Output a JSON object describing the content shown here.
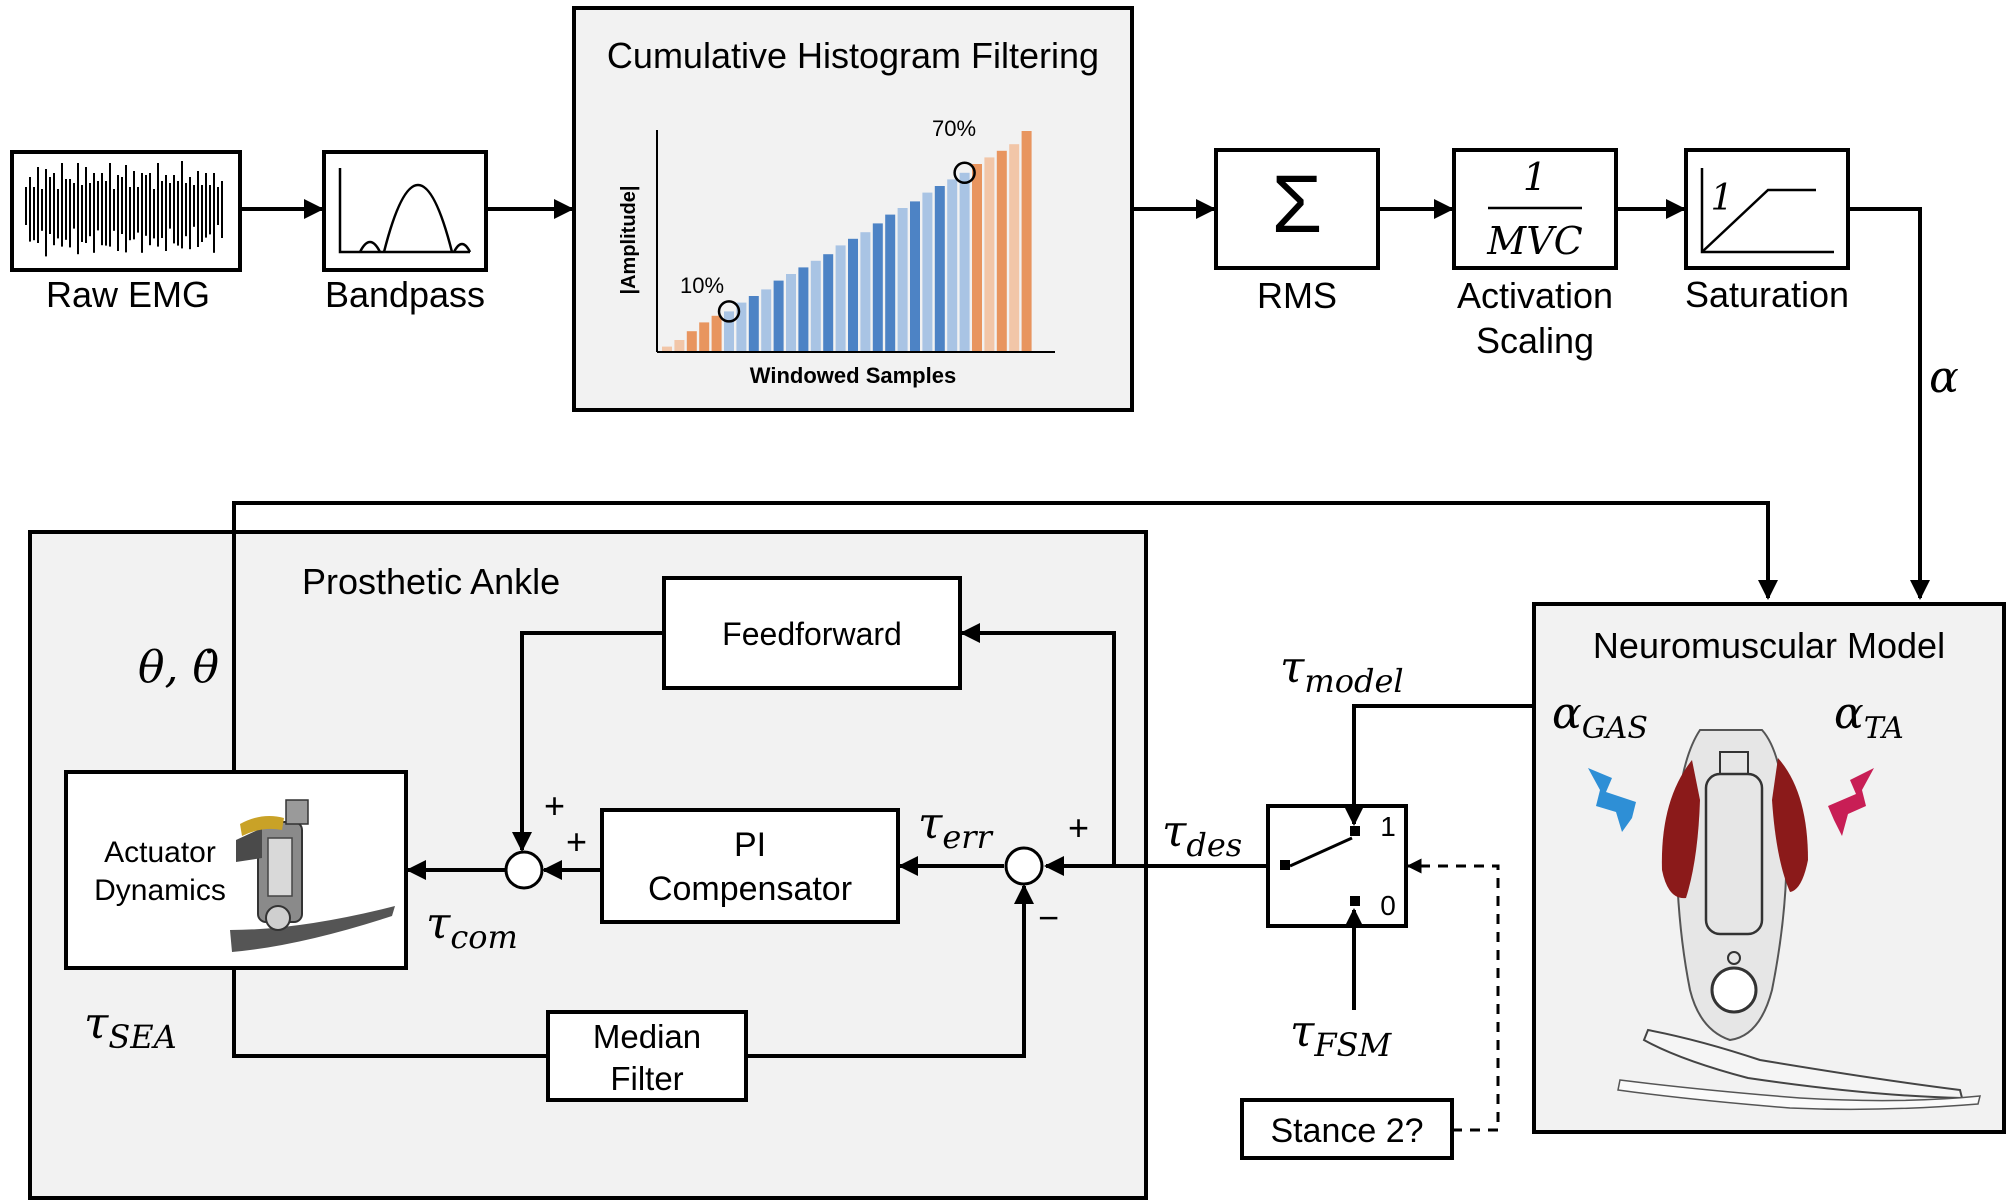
{
  "blocks": {
    "raw_emg": "Raw EMG",
    "bandpass": "Bandpass",
    "histogram_title": "Cumulative Histogram Filtering",
    "hist_ylabel": "|Amplitude|",
    "hist_xlabel": "Windowed Samples",
    "hist_pct_low": "10%",
    "hist_pct_high": "70%",
    "rms_symbol": "Σ",
    "rms": "RMS",
    "scaling_num": "1",
    "scaling_den": "MVC",
    "activation_1": "Activation",
    "activation_2": "Scaling",
    "saturation_num": "1",
    "saturation": "Saturation",
    "alpha": "α",
    "prosthetic_ankle": "Prosthetic Ankle",
    "feedforward": "Feedforward",
    "pi_1": "PI",
    "pi_2": "Compensator",
    "actuator_1": "Actuator",
    "actuator_2": "Dynamics",
    "median_1": "Median",
    "median_2": "Filter",
    "neuromuscular": "Neuromuscular Model",
    "stance": "Stance 2?",
    "switch_1": "1",
    "switch_0": "0"
  },
  "math": {
    "theta": "θ, θ̇",
    "tau": "τ",
    "sub_model": "model",
    "sub_des": "des",
    "sub_err": "err",
    "sub_com": "com",
    "sub_sea": "SEA",
    "sub_fsm": "FSM",
    "alpha": "α",
    "sub_gas": "GAS",
    "sub_ta": "TA"
  },
  "signs": {
    "plus": "+",
    "minus": "−"
  },
  "histogram": {
    "values": [
      2,
      5,
      9,
      13,
      16,
      18,
      22,
      25,
      28,
      32,
      35,
      38,
      41,
      44,
      48,
      51,
      54,
      58,
      62,
      65,
      68,
      72,
      75,
      78,
      81,
      85,
      88,
      91,
      94,
      100
    ],
    "colors": [
      "#f2c6a8",
      "#f2c6a8",
      "#e8955f",
      "#e8955f",
      "#e8955f",
      "#a9c4e4",
      "#a9c4e4",
      "#4d83c5",
      "#a9c4e4",
      "#4d83c5",
      "#a9c4e4",
      "#4d83c5",
      "#a9c4e4",
      "#4d83c5",
      "#a9c4e4",
      "#4d83c5",
      "#a9c4e4",
      "#4d83c5",
      "#4d83c5",
      "#a9c4e4",
      "#4d83c5",
      "#a9c4e4",
      "#4d83c5",
      "#a9c4e4",
      "#a9c4e4",
      "#e8955f",
      "#f2c6a8",
      "#e8955f",
      "#f2c6a8",
      "#e8955f"
    ],
    "marker_low_index": 5,
    "marker_high_index": 24
  },
  "colors": {
    "gas_bolt": "#2e8fd6",
    "ta_bolt": "#c81e55",
    "panel": "#f2f2f2",
    "muscle": "#8b1a1a"
  }
}
